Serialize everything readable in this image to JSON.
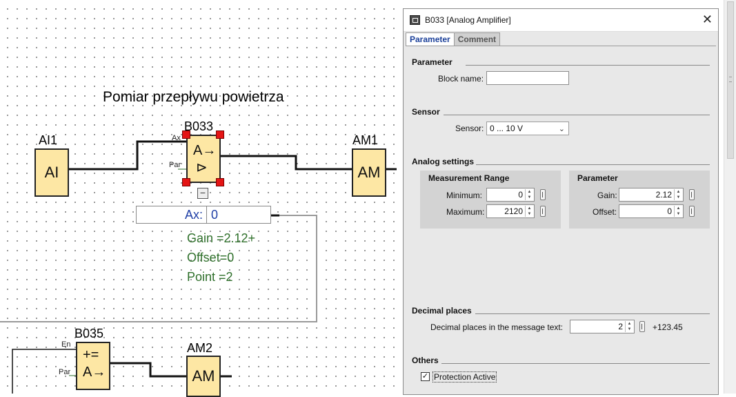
{
  "diagram": {
    "heading": "Pomiar przepływu powietrza",
    "blocks": {
      "ai1": {
        "title": "AI1",
        "symbol": "AI"
      },
      "b033": {
        "title": "B033",
        "pin_ax": "Ax",
        "pin_par": "Par",
        "symbol_top": "A→",
        "symbol_bottom": "⊳"
      },
      "am1": {
        "title": "AM1",
        "symbol": "AM"
      },
      "b035": {
        "title": "B035",
        "pin_en": "En",
        "pin_par": "Par",
        "symbol_top": "+=",
        "symbol_bottom": "A→"
      },
      "am2": {
        "title": "AM2",
        "symbol": "AM"
      }
    },
    "ax_display": {
      "label": "Ax:",
      "value": "0"
    },
    "param_text": {
      "gain": "Gain =2.12+",
      "offset": "Offset=0",
      "point": "Point =2"
    },
    "collapse_glyph": "−"
  },
  "dialog": {
    "title": "B033 [Analog Amplifier]",
    "close_glyph": "✕",
    "tabs": [
      {
        "label": "Parameter"
      },
      {
        "label": "Comment"
      }
    ],
    "parameter": {
      "heading": "Parameter",
      "block_name_label": "Block name:",
      "block_name_value": ""
    },
    "sensor": {
      "heading": "Sensor",
      "label": "Sensor:",
      "value": "0 ... 10 V"
    },
    "analog": {
      "heading": "Analog settings",
      "range": {
        "heading": "Measurement Range",
        "min_label": "Minimum:",
        "min_value": "0",
        "max_label": "Maximum:",
        "max_value": "2120"
      },
      "param": {
        "heading": "Parameter",
        "gain_label": "Gain:",
        "gain_value": "2.12",
        "offset_label": "Offset:",
        "offset_value": "0"
      }
    },
    "decimal": {
      "heading": "Decimal places",
      "label": "Decimal places in the message text:",
      "value": "2",
      "preview": "+123.45"
    },
    "others": {
      "heading": "Others",
      "protection_label": "Protection Active",
      "protection_checked": true
    }
  }
}
